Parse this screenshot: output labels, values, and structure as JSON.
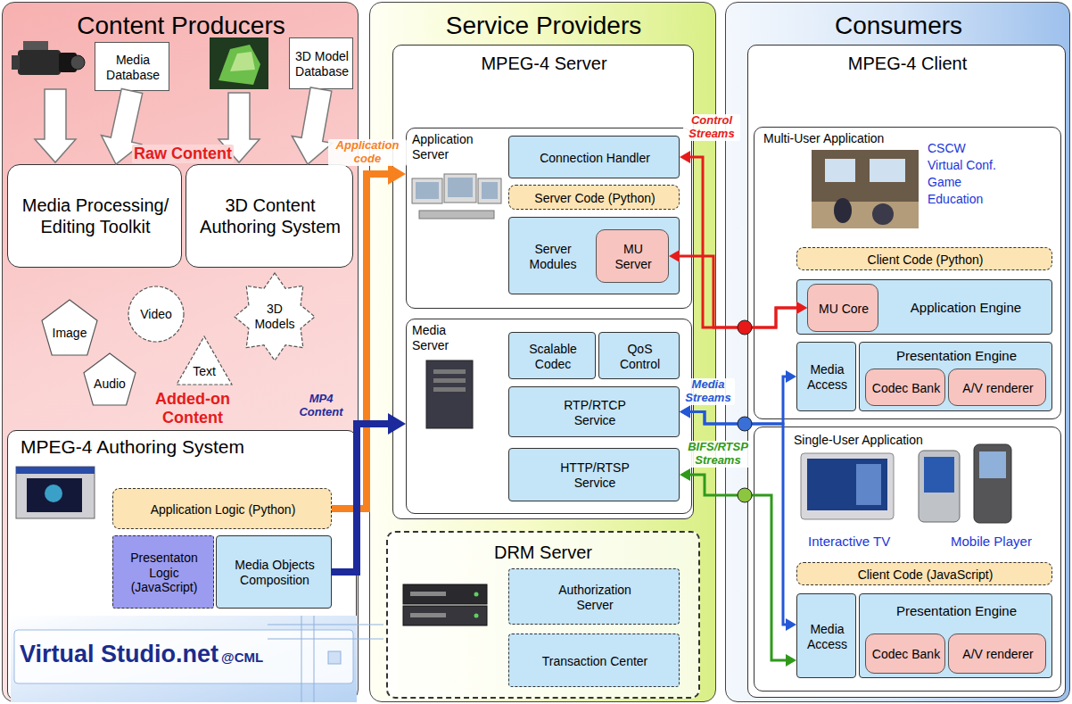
{
  "diagram": {
    "nodes": [
      {
        "text": [
          "Content Producers"
        ]
      },
      {
        "text": [
          "Media Database"
        ],
        "in": 0
      },
      {
        "text": [
          "3D Model Database"
        ],
        "in": 0
      },
      {
        "text": [
          "Media Processing/ Editing Toolkit"
        ],
        "in": 0
      },
      {
        "text": [
          "3D Content Authoring System"
        ],
        "in": 0
      },
      {
        "text": [
          "Image"
        ],
        "in": 0
      },
      {
        "text": [
          "Video"
        ],
        "in": 0
      },
      {
        "text": [
          "Audio"
        ],
        "in": 0
      },
      {
        "text": [
          "Text"
        ],
        "in": 0
      },
      {
        "text": [
          "3D Models"
        ],
        "in": 0
      },
      {
        "text": [
          "MPEG-4 Authoring System"
        ],
        "in": 0
      },
      {
        "text": [
          "Application Logic (Python)"
        ],
        "in": 10
      },
      {
        "text": [
          "Presentaton Logic (JavaScript)"
        ],
        "in": 10
      },
      {
        "text": [
          "Media Objects Composition"
        ],
        "in": 10
      },
      {
        "text": [
          "Service Providers"
        ]
      },
      {
        "text": [
          "MPEG-4 Server"
        ],
        "in": 14
      },
      {
        "text": [
          "Application Server"
        ],
        "in": 15
      },
      {
        "text": [
          "Connection Handler"
        ],
        "in": 16
      },
      {
        "text": [
          "Server Code (Python)"
        ],
        "in": 16
      },
      {
        "text": [
          "Server Modules"
        ],
        "in": 16
      },
      {
        "text": [
          "MU Server"
        ],
        "in": 19
      },
      {
        "text": [
          "Media Server"
        ],
        "in": 15
      },
      {
        "text": [
          "Scalable Codec"
        ],
        "in": 21
      },
      {
        "text": [
          "QoS Control"
        ],
        "in": 21
      },
      {
        "text": [
          "RTP/RTCP Service"
        ],
        "in": 21
      },
      {
        "text": [
          "HTTP/RTSP Service"
        ],
        "in": 21
      },
      {
        "text": [
          "DRM Server"
        ],
        "in": 14
      },
      {
        "text": [
          "Authorization Server"
        ],
        "in": 26
      },
      {
        "text": [
          "Transaction Center"
        ],
        "in": 26
      },
      {
        "text": [
          "Consumers"
        ]
      },
      {
        "text": [
          "MPEG-4 Client"
        ],
        "in": 29
      },
      {
        "text": [
          "Multi-User Application"
        ],
        "in": 30
      },
      {
        "text": [
          "Client Code (Python)"
        ],
        "in": 31
      },
      {
        "text": [
          "Application Engine"
        ],
        "in": 31
      },
      {
        "text": [
          "MU Core"
        ],
        "in": 33
      },
      {
        "text": [
          "Media Access"
        ],
        "in": 31
      },
      {
        "text": [
          "Presentation Engine"
        ],
        "in": 31
      },
      {
        "text": [
          "Codec Bank"
        ],
        "in": 36
      },
      {
        "text": [
          "A/V renderer"
        ],
        "in": 36
      },
      {
        "text": [
          "Single-User Application"
        ],
        "in": 30
      },
      {
        "text": [
          "Client Code (JavaScript)"
        ],
        "in": 39
      },
      {
        "text": [
          "Media Access"
        ],
        "in": 39
      },
      {
        "text": [
          "Presentation Engine"
        ],
        "in": 39
      },
      {
        "text": [
          "Codec Bank"
        ],
        "in": 42
      },
      {
        "text": [
          "A/V renderer"
        ],
        "in": 42
      }
    ],
    "edges": [
      {
        "from": 1,
        "to": 3,
        "arrow": "to"
      },
      {
        "from": 2,
        "to": 4,
        "arrow": "to"
      },
      {
        "from": 11,
        "to": 16,
        "label": "Application code",
        "arrow": "to"
      },
      {
        "from": 13,
        "to": 21,
        "label": "MP4 Content",
        "arrow": "to"
      },
      {
        "from": 17,
        "to": 34,
        "label": "Control Streams",
        "arrow": "both"
      },
      {
        "from": 20,
        "to": 34,
        "arrow": "both"
      },
      {
        "from": 24,
        "to": 35,
        "label": "Media Streams",
        "arrow": "both"
      },
      {
        "from": 24,
        "to": 41,
        "arrow": "both"
      },
      {
        "from": 25,
        "to": 41,
        "label": "BIFS/RTSP Streams",
        "arrow": "both"
      }
    ],
    "labels": [
      "Raw Content",
      "Added-on Content",
      "CSCW",
      "Virtual Conf.",
      "Game",
      "Education",
      "Interactive TV",
      "Mobile Player",
      "Virtual Studio.net",
      "@CML"
    ]
  }
}
